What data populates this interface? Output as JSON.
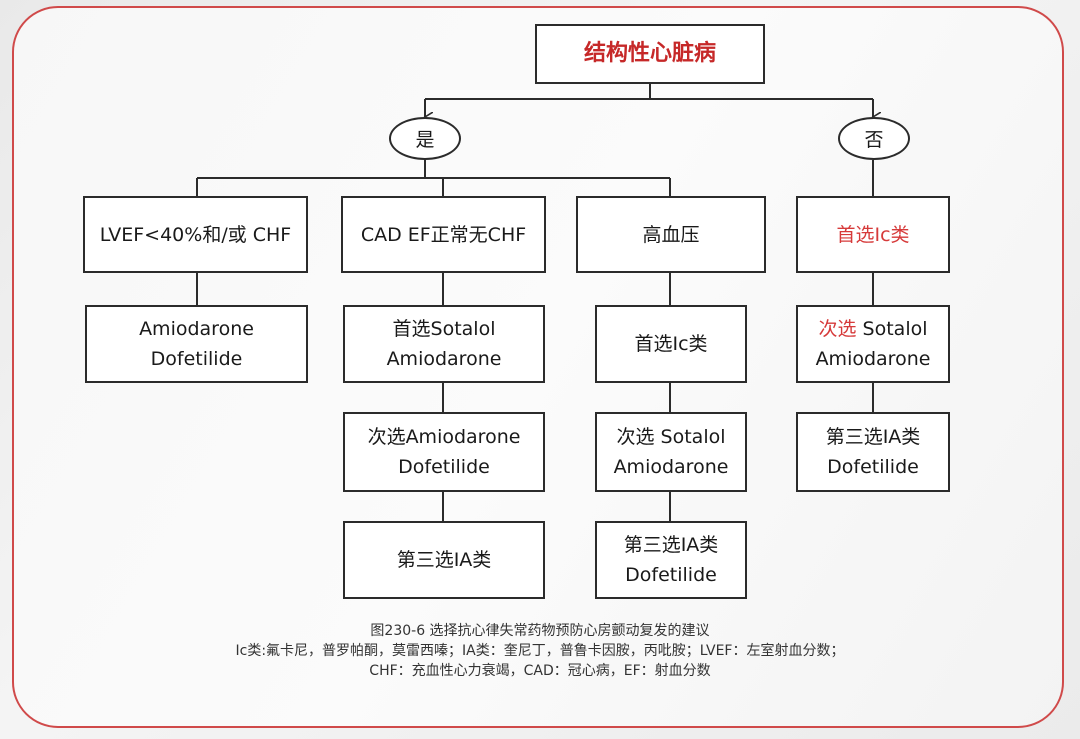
{
  "root": "结构性心脏病",
  "yes": "是",
  "no": "否",
  "col1": {
    "header": "LVEF<40%和/或 CHF",
    "box1": [
      "Amiodarone",
      "Dofetilide"
    ]
  },
  "col2": {
    "header": "CAD EF正常无CHF",
    "box1": [
      "首选Sotalol",
      "Amiodarone"
    ],
    "box2": [
      "次选Amiodarone",
      "Dofetilide"
    ],
    "box3": "第三选IA类"
  },
  "col3": {
    "header": "高血压",
    "box1": "首选Ic类",
    "box2": [
      "次选 Sotalol",
      "Amiodarone"
    ],
    "box3": [
      "第三选IA类",
      "Dofetilide"
    ]
  },
  "col4": {
    "header": "首选Ic类",
    "box1_prefix": "次选",
    "box1_rest": " Sotalol",
    "box1_line2": "Amiodarone",
    "box2": [
      "第三选IA类",
      "Dofetilide"
    ]
  },
  "caption": [
    "图230-6 选择抗心律失常药物预防心房颤动复发的建议",
    "Ic类:氟卡尼，普罗帕酮，莫雷西嗪；IA类：奎尼丁，普鲁卡因胺，丙吡胺；LVEF：左室射血分数；",
    "CHF：充血性心力衰竭，CAD：冠心病，EF：射血分数"
  ],
  "colors": {
    "frame": "#d04a4a",
    "emphasis": "#c62828",
    "line": "#2b2b2b"
  }
}
